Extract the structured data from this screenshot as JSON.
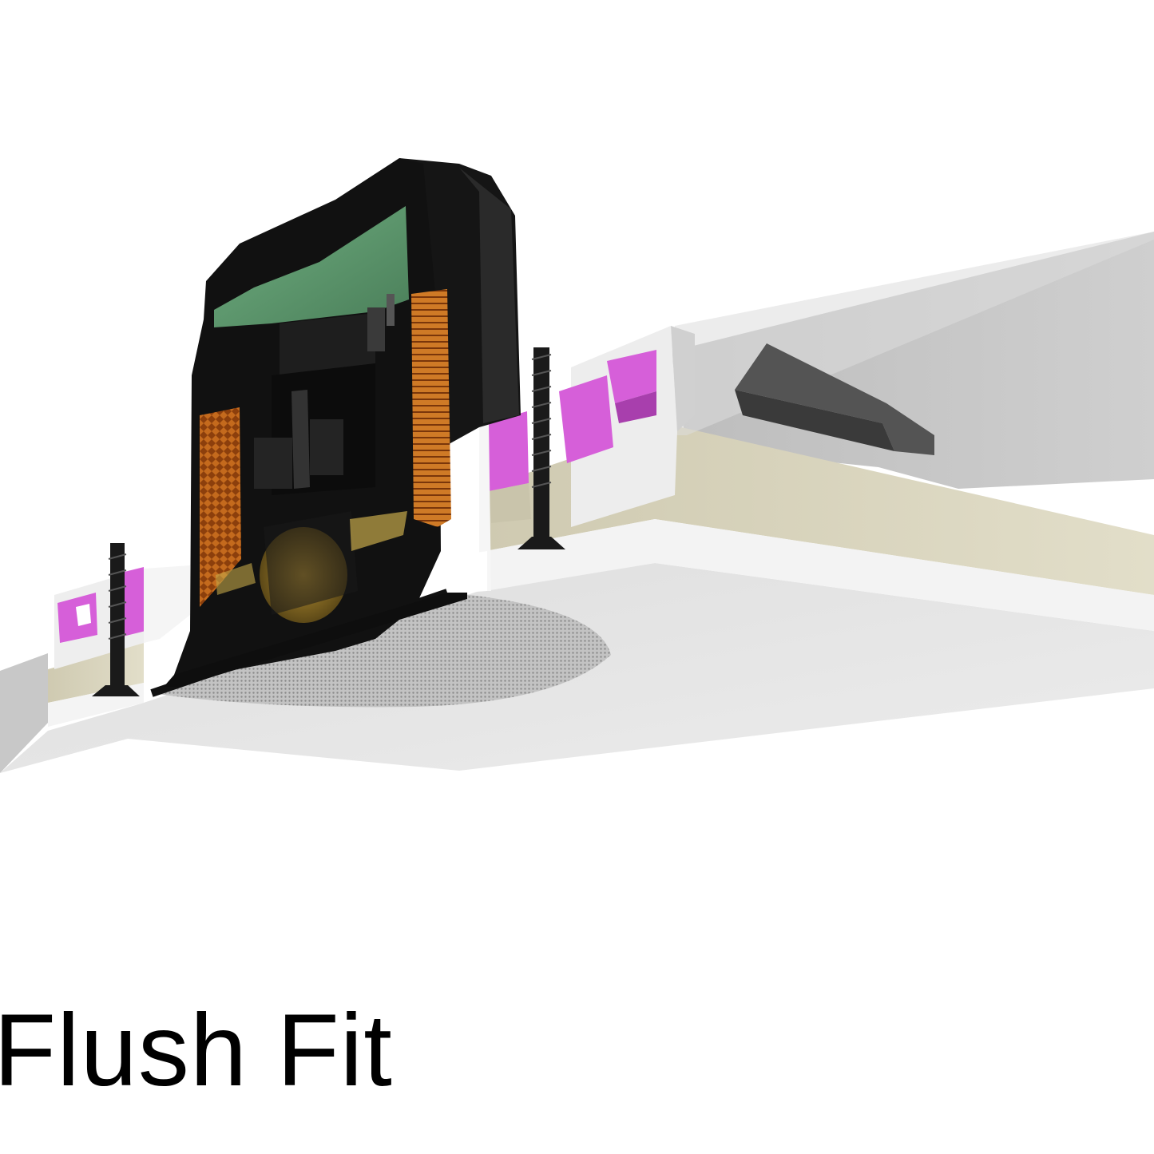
{
  "caption": {
    "text": "Flush Fit"
  },
  "colors": {
    "background": "#ffffff",
    "ceiling_top": "#c9c9c9",
    "ceiling_bottom": "#e4e4e4",
    "ceiling_edge": "#f2f2f2",
    "drywall_core": "#d6d2bd",
    "frame_pink": "#d65fd9",
    "frame_pink_dark": "#a83fad",
    "speaker_body": "#111111",
    "speaker_green": "#5f9c71",
    "acoustic_orange": "#c46a1d",
    "cone": "#8a6b28",
    "grille": "#bdbdbd",
    "screw": "#1a1a1a",
    "caption_text": "#000000"
  },
  "icons": {
    "speaker": "in-ceiling-speaker-cutaway",
    "screw": "mounting-screw",
    "bracket": "mounting-bracket",
    "grille": "mesh-grille"
  }
}
